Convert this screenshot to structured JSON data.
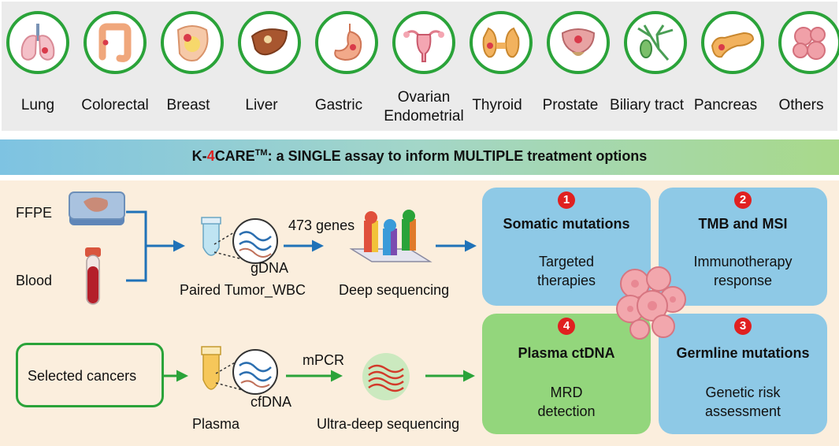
{
  "cancer_types": [
    {
      "label": "Lung"
    },
    {
      "label": "Colorectal"
    },
    {
      "label": "Breast"
    },
    {
      "label": "Liver"
    },
    {
      "label": "Gastric"
    },
    {
      "label": "Ovarian Endometrial",
      "line1": "Ovarian",
      "line2": "Endometrial"
    },
    {
      "label": "Thyroid"
    },
    {
      "label": "Prostate"
    },
    {
      "label": "Biliary tract"
    },
    {
      "label": "Pancreas"
    },
    {
      "label": "Others"
    }
  ],
  "banner": {
    "prefix": "K-",
    "number": "4",
    "brand": "CARE",
    "trademark": "TM",
    "text": ": a SINGLE assay to inform MULTIPLE treatment options"
  },
  "workflow_top": {
    "sample_1": "FFPE",
    "sample_2": "Blood",
    "tube_label": "gDNA",
    "tube_caption": "Paired Tumor_WBC",
    "panel_label": "473 genes",
    "step_caption": "Deep sequencing"
  },
  "workflow_bottom": {
    "source": "Selected cancers",
    "tube_label": "cfDNA",
    "tube_caption": "Plasma",
    "panel_label": "mPCR",
    "step_caption": "Ultra-deep sequencing"
  },
  "outputs": [
    {
      "number": "1",
      "title": "Somatic mutations",
      "line1": "Targeted",
      "line2": "therapies"
    },
    {
      "number": "2",
      "title": "TMB and MSI",
      "line1": "Immunotherapy",
      "line2": "response"
    },
    {
      "number": "3",
      "title": "Germline mutations",
      "line1": "Genetic risk",
      "line2": "assessment"
    },
    {
      "number": "4",
      "title": "Plasma ctDNA",
      "line1": "MRD",
      "line2": "detection"
    }
  ],
  "colors": {
    "green_ring": "#2aa339",
    "blue_arrow": "#1f72b8",
    "green_arrow": "#2aa339",
    "blue_box": "#8ec9e6",
    "green_box": "#93d67c",
    "badge_red": "#e02020"
  }
}
